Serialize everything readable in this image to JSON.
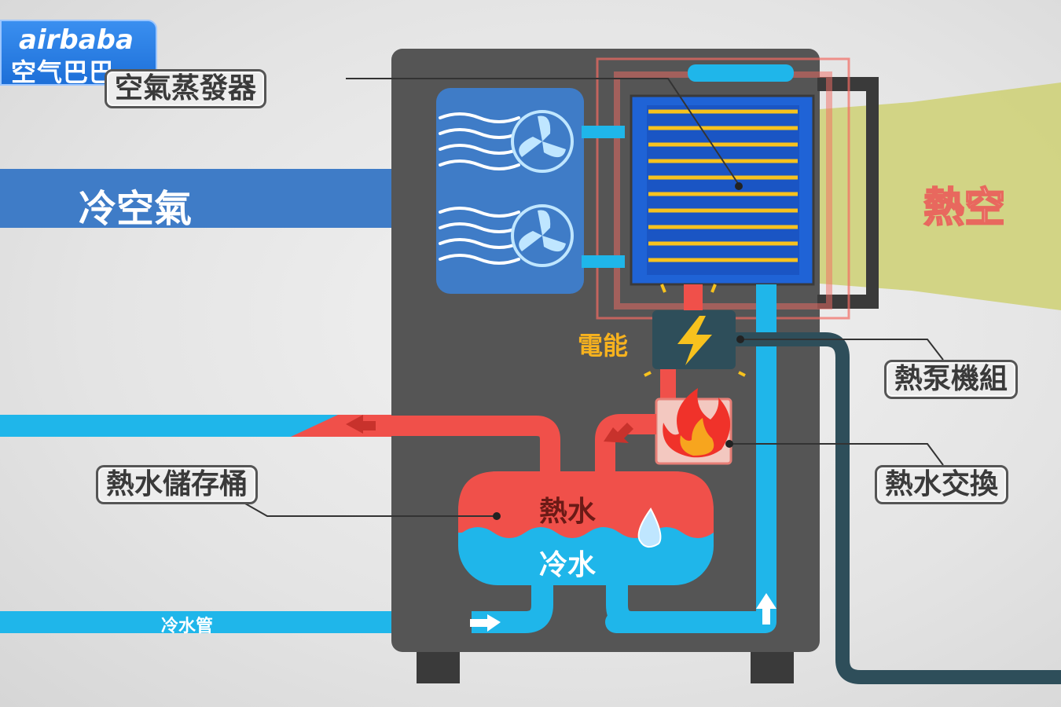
{
  "logo": {
    "brand": "airbaba",
    "subtitle": "空气巴巴"
  },
  "labels": {
    "air_evaporator": "空氣蒸發器",
    "cold_air": "冷空氣",
    "hot_air": "熱空",
    "electric_energy": "電能",
    "heat_pump_unit": "熱泵機組",
    "hot_water_exchange": "熱水交換",
    "hot_water_tank": "熱水儲存桶",
    "hot_water": "熱水",
    "cold_water": "冷水",
    "cold_water_pipe": "冷水管"
  },
  "colors": {
    "cold_air_band": "#3f7cc7",
    "hot_air_band": "#cfd17a",
    "cold_water": "#1fb6ea",
    "hot_water": "#f0504a",
    "cabinet": "#555555",
    "heat_pump": "#2e4e5a",
    "bolt": "#f7c21e"
  }
}
